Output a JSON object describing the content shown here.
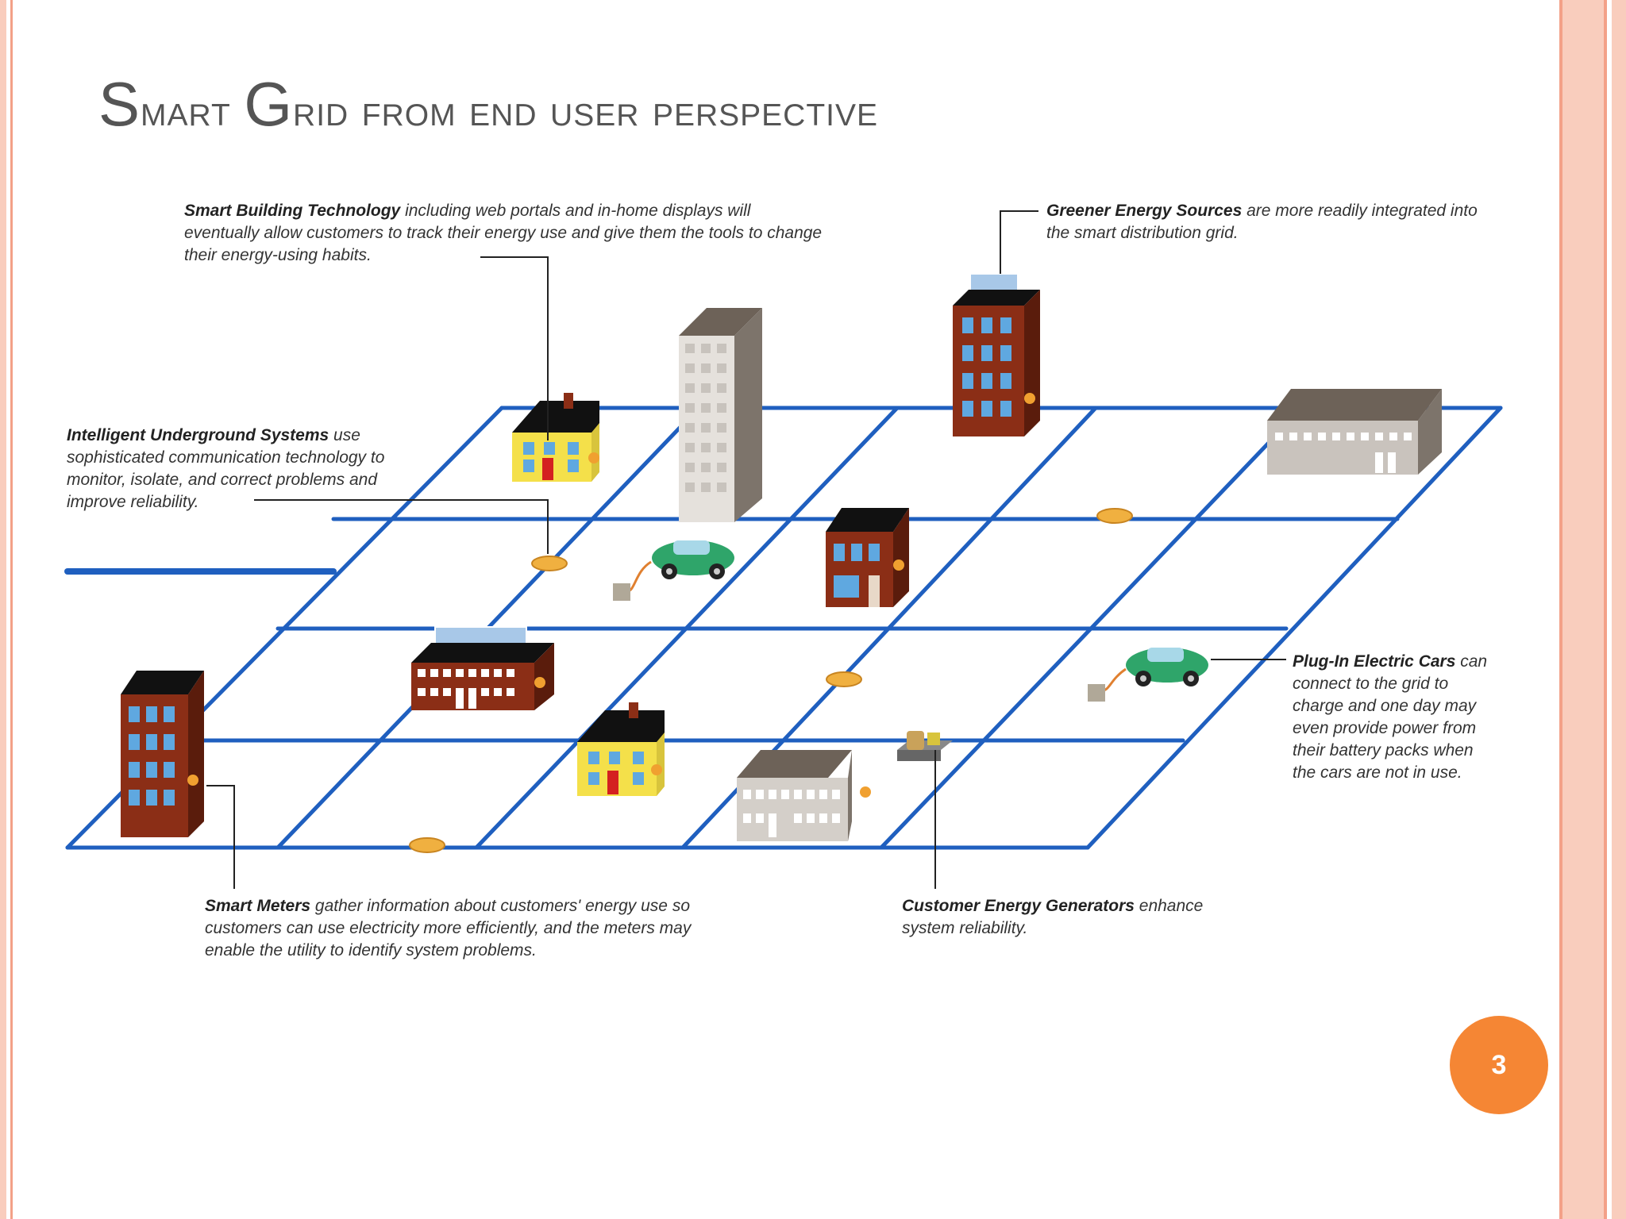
{
  "slide": {
    "title_first_letter_1": "S",
    "title_rest_1": "mart ",
    "title_first_letter_2": "G",
    "title_rest_2": "rid from end user perspective",
    "page_number": "3"
  },
  "colors": {
    "border_light": "#f9cdbd",
    "border_accent": "#f3a188",
    "badge": "#f58634",
    "grid_line": "#1f5fbf",
    "brick": "#8b2e16",
    "yellow_house": "#f4e04a",
    "car": "#2fa56a"
  },
  "callouts": {
    "smart_building": {
      "heading": "Smart Building Technology",
      "body": " including web portals and in-home displays will eventually allow customers to track their energy use and give them the tools to change their energy-using habits."
    },
    "greener_energy": {
      "heading": "Greener Energy Sources",
      "body": " are more readily integrated into the smart distribution grid."
    },
    "underground": {
      "heading": "Intelligent Underground Systems",
      "body": " use sophisticated communication technology to monitor, isolate, and correct problems and improve reliability."
    },
    "electric_cars": {
      "heading": "Plug-In Electric Cars",
      "body": " can connect to the grid to charge and one day may even provide power from their battery packs when the cars are not in use."
    },
    "smart_meters": {
      "heading": "Smart Meters",
      "body": " gather information about customers' energy use so customers can use electricity more efficiently, and the meters may enable the utility to identify system problems."
    },
    "generators": {
      "heading": "Customer Energy Generators",
      "body": " enhance system reliability."
    }
  }
}
